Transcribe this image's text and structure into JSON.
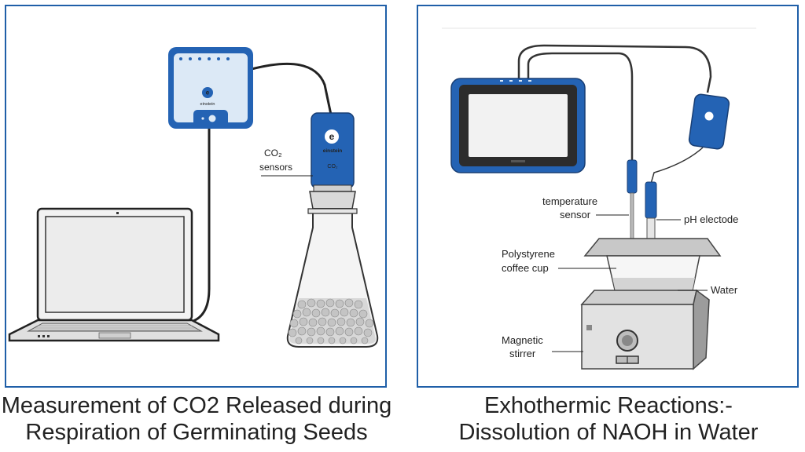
{
  "left": {
    "hub_logo": "einstein",
    "sensor_logo": "einstein",
    "sensor_code": "CO₂",
    "label_co2": "CO₂",
    "label_sensors": "sensors",
    "caption_line1": "Measurement of CO2 Released during",
    "caption_line2": "Respiration of Germinating Seeds"
  },
  "right": {
    "label_temperature": "temperature",
    "label_sensor": "sensor",
    "label_ph": "pH electode",
    "label_polystyrene": "Polystyrene",
    "label_coffee_cup": "coffee cup",
    "label_water": "Water",
    "label_magnetic": "Magnetic",
    "label_stirrer": "stirrer",
    "caption_line1": "Exhothermic Reactions:-",
    "caption_line2": "Dissolution of NAOH in Water"
  },
  "colors": {
    "accent": "#1f5fa8",
    "device_blue": "#2463b4",
    "device_light": "#dce9f6"
  }
}
